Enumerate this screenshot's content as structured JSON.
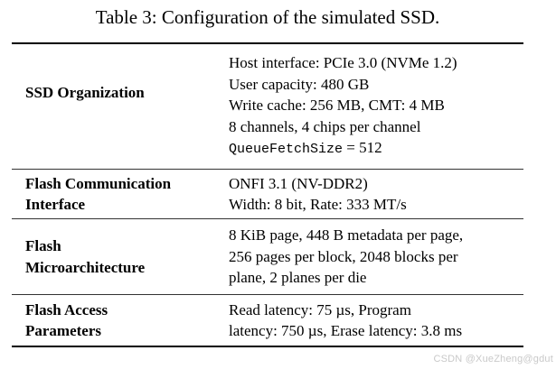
{
  "title": "Table 3: Configuration of the simulated SSD.",
  "watermark": "CSDN @XueZheng@gdut",
  "colors": {
    "background": "#ffffff",
    "text": "#000000",
    "rule_thick": "#000000",
    "rule_thin": "#333333",
    "watermark": "#c9c9c9"
  },
  "table": {
    "rows": [
      {
        "label_lines": [
          "SSD Organization"
        ],
        "value_lines": [
          "Host interface: PCIe 3.0 (NVMe 1.2)",
          "User capacity: 480 GB",
          "Write cache: 256 MB, CMT: 4 MB",
          "8 channels, 4 chips per channel",
          {
            "parts": [
              {
                "text": "QueueFetchSize",
                "style": "mono"
              },
              {
                "text": " = 512",
                "style": "serif"
              }
            ]
          }
        ]
      },
      {
        "label_lines": [
          "Flash Communication",
          "Interface"
        ],
        "value_lines": [
          "ONFI 3.1 (NV-DDR2)",
          "Width: 8 bit, Rate: 333 MT/s"
        ]
      },
      {
        "label_lines": [
          "Flash",
          "Microarchitecture"
        ],
        "value_lines": [
          "8 KiB page, 448 B metadata per page,",
          "256 pages per block, 2048 blocks per",
          "plane, 2 planes per die"
        ]
      },
      {
        "label_lines": [
          "Flash Access",
          "Parameters"
        ],
        "value_lines": [
          "Read latency: 75 µs, Program",
          "latency: 750 µs, Erase latency: 3.8 ms"
        ]
      }
    ]
  }
}
